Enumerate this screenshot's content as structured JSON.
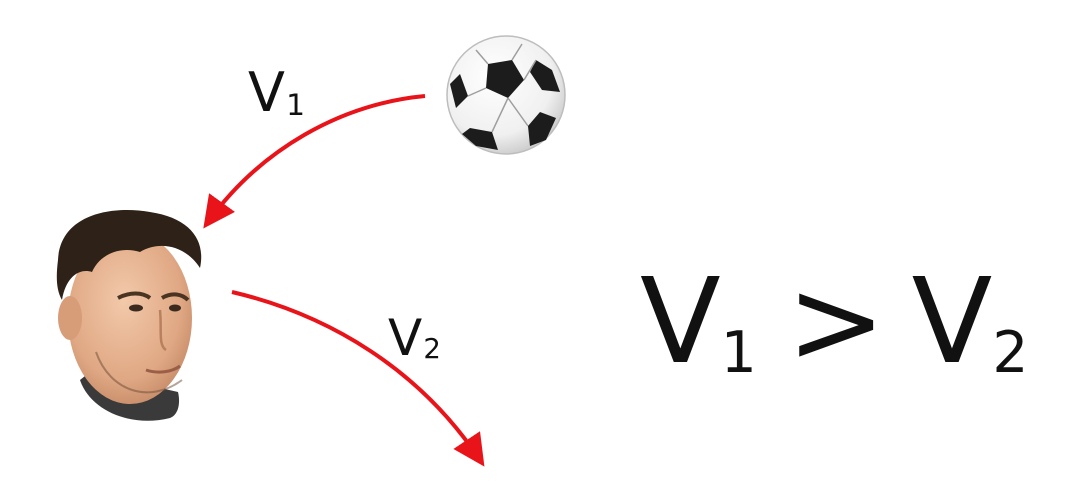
{
  "labels": {
    "v1_base": "V",
    "v1_sub": "1",
    "v2_base": "V",
    "v2_sub": "2"
  },
  "equation": {
    "left_base": "V",
    "left_sub": "1",
    "operator": ">",
    "right_base": "V",
    "right_sub": "2"
  },
  "icons": {
    "ball": "soccer-ball-icon",
    "head": "player-head-icon"
  },
  "colors": {
    "arrow": "#e8141a",
    "text": "#111111",
    "background": "#ffffff"
  }
}
